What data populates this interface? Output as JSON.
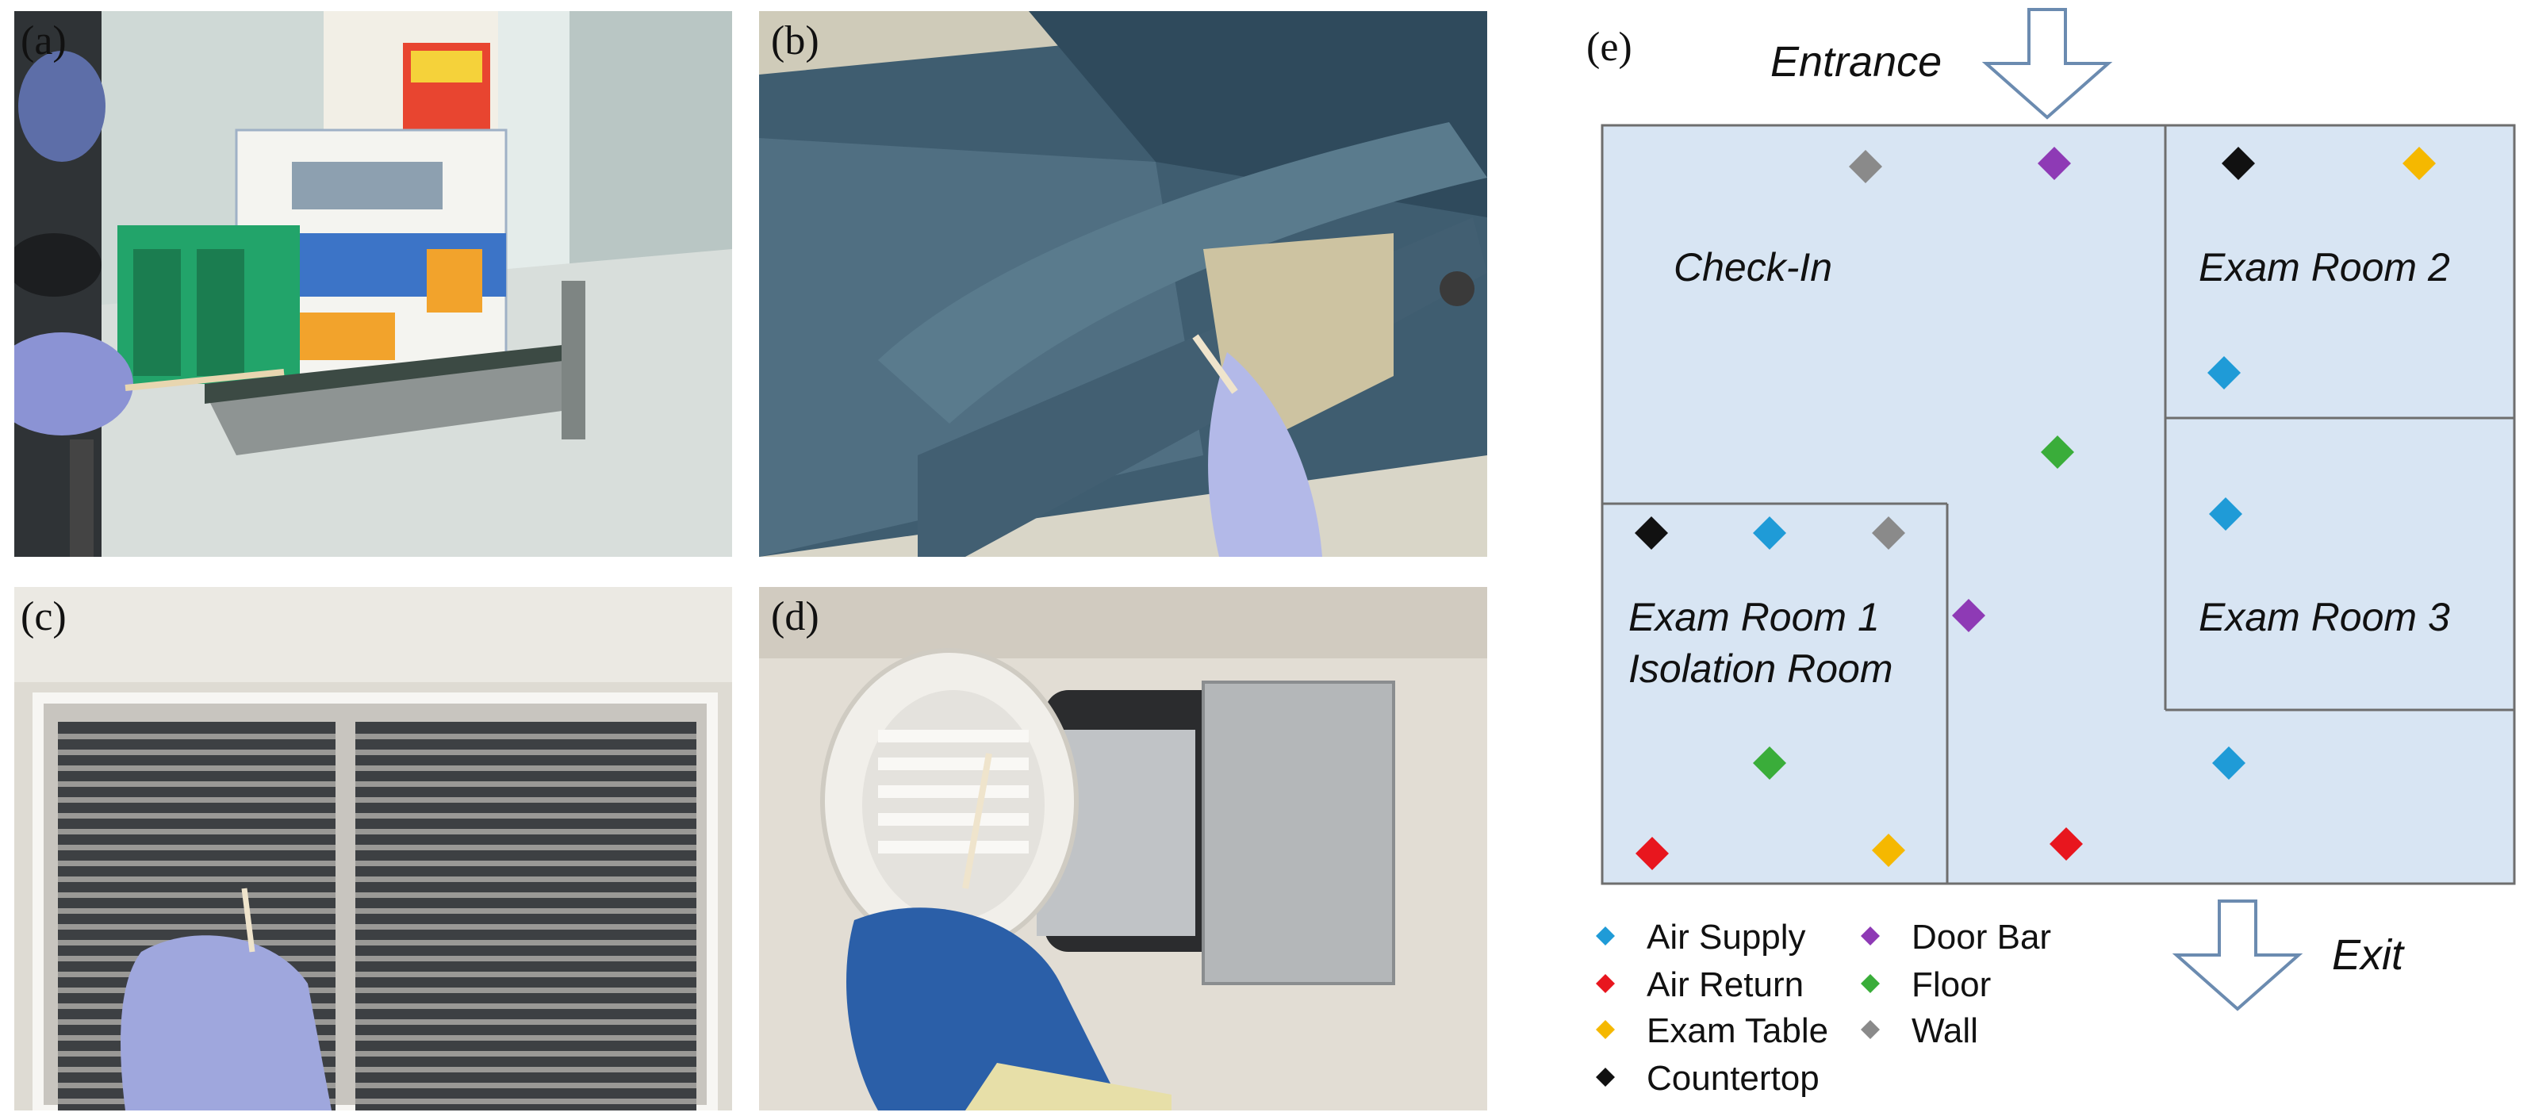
{
  "panels": {
    "a": {
      "label": "(a)"
    },
    "b": {
      "label": "(b)"
    },
    "c": {
      "label": "(c)"
    },
    "d": {
      "label": "(d)"
    },
    "e": {
      "label": "(e)"
    }
  },
  "floorplan": {
    "entrance": "Entrance",
    "exit": "Exit",
    "rooms": {
      "checkin": "Check-In",
      "exam2": "Exam Room 2",
      "exam3": "Exam Room 3",
      "exam1_line1": "Exam Room 1",
      "exam1_line2": "Isolation Room"
    },
    "legend": [
      {
        "label": "Air Supply",
        "color": "#1f9bd7"
      },
      {
        "label": "Door Bar",
        "color": "#8e3ab5"
      },
      {
        "label": "Air Return",
        "color": "#e8161e"
      },
      {
        "label": "Floor",
        "color": "#3aad3a"
      },
      {
        "label": "Exam Table",
        "color": "#f5b800"
      },
      {
        "label": "Wall",
        "color": "#8a8a8a"
      },
      {
        "label": "Countertop",
        "color": "#111111"
      }
    ],
    "sample_points": [
      {
        "type": "Wall",
        "room": "Check-In"
      },
      {
        "type": "Door Bar",
        "room": "Check-In"
      },
      {
        "type": "Countertop",
        "room": "Exam Room 2"
      },
      {
        "type": "Exam Table",
        "room": "Exam Room 2"
      },
      {
        "type": "Air Supply",
        "room": "Exam Room 2"
      },
      {
        "type": "Floor",
        "room": "Check-In"
      },
      {
        "type": "Air Supply",
        "room": "Exam Room 3"
      },
      {
        "type": "Countertop",
        "room": "Exam Room 1"
      },
      {
        "type": "Air Supply",
        "room": "Exam Room 1"
      },
      {
        "type": "Wall",
        "room": "Exam Room 1"
      },
      {
        "type": "Door Bar",
        "room": "Check-In"
      },
      {
        "type": "Floor",
        "room": "Exam Room 1"
      },
      {
        "type": "Air Supply",
        "room": "Check-In"
      },
      {
        "type": "Air Return",
        "room": "Exam Room 1"
      },
      {
        "type": "Exam Table",
        "room": "Exam Room 1"
      },
      {
        "type": "Air Return",
        "room": "Check-In"
      }
    ]
  }
}
